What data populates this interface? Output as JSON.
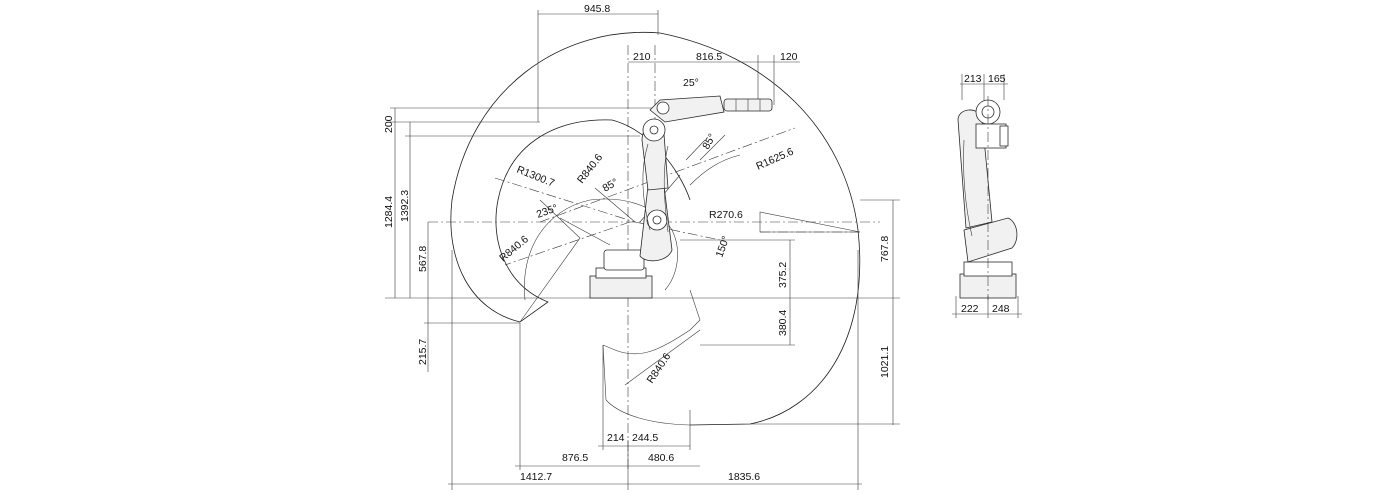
{
  "drawing": {
    "top_dimensions": [
      "945.8",
      "210",
      "816.5",
      "120"
    ],
    "wrist_angle": "25°",
    "left_dimensions": [
      "200",
      "1284.4",
      "1392.3",
      "567.8",
      "215.7"
    ],
    "radii": [
      "R1300.7",
      "R840.6",
      "R1625.6",
      "R270.6",
      "R840.6",
      "R840.6"
    ],
    "angles": [
      "85°",
      "85°",
      "235°",
      "150°"
    ],
    "right_dimensions": [
      "767.8",
      "375.2",
      "380.4",
      "1021.1"
    ],
    "bottom_dimensions": [
      "214",
      "244.5",
      "876.5",
      "480.6",
      "1412.7",
      "1835.6"
    ],
    "side_view_dimensions": {
      "top": [
        "213",
        "165"
      ],
      "bottom": [
        "222",
        "248"
      ]
    }
  }
}
